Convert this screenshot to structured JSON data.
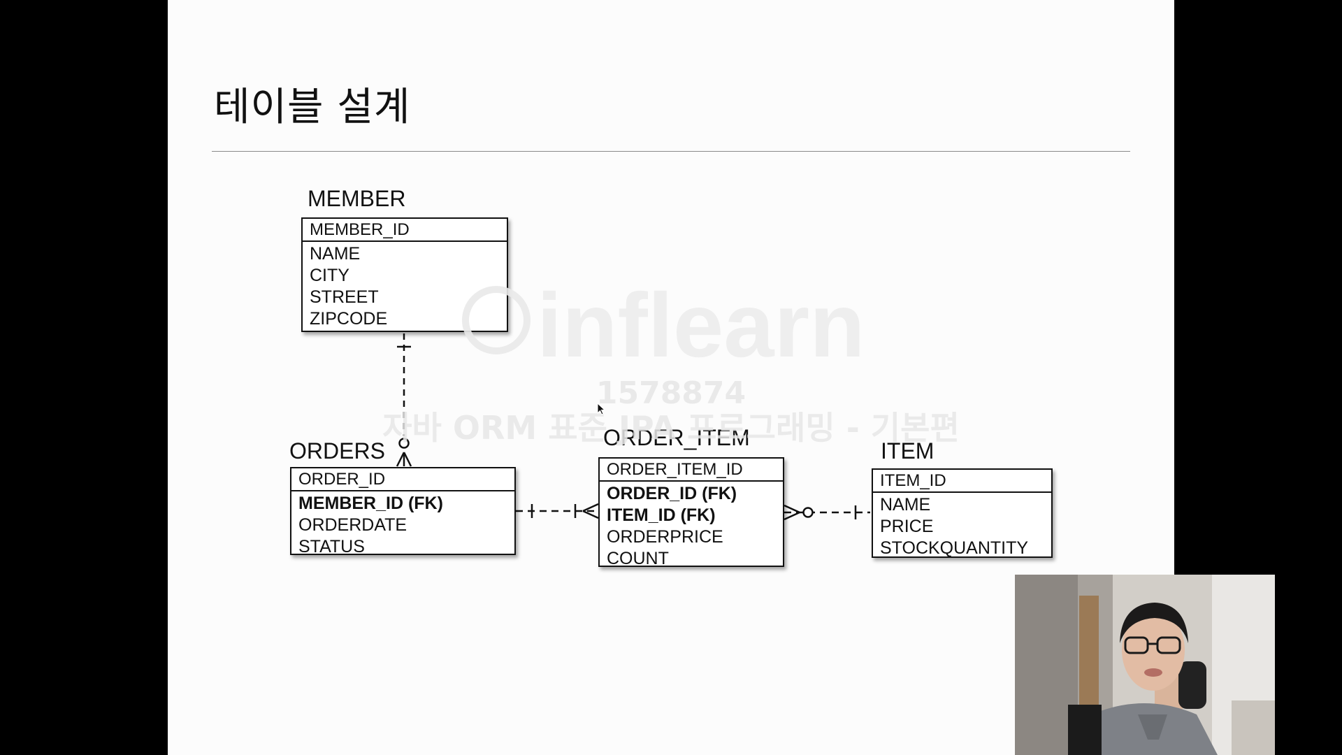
{
  "slide": {
    "title": "테이블 설계"
  },
  "entities": {
    "member": {
      "name": "MEMBER",
      "pk": "MEMBER_ID",
      "columns": [
        {
          "label": "NAME",
          "fk": false
        },
        {
          "label": "CITY",
          "fk": false
        },
        {
          "label": "STREET",
          "fk": false
        },
        {
          "label": "ZIPCODE",
          "fk": false
        }
      ]
    },
    "orders": {
      "name": "ORDERS",
      "pk": "ORDER_ID",
      "columns": [
        {
          "label": "MEMBER_ID (FK)",
          "fk": true
        },
        {
          "label": "ORDERDATE",
          "fk": false
        },
        {
          "label": "STATUS",
          "fk": false
        }
      ]
    },
    "order_item": {
      "name": "ORDER_ITEM",
      "pk": "ORDER_ITEM_ID",
      "columns": [
        {
          "label": "ORDER_ID (FK)",
          "fk": true
        },
        {
          "label": "ITEM_ID (FK)",
          "fk": true
        },
        {
          "label": "ORDERPRICE",
          "fk": false
        },
        {
          "label": "COUNT",
          "fk": false
        }
      ]
    },
    "item": {
      "name": "ITEM",
      "pk": "ITEM_ID",
      "columns": [
        {
          "label": "NAME",
          "fk": false
        },
        {
          "label": "PRICE",
          "fk": false
        },
        {
          "label": "STOCKQUANTITY",
          "fk": false
        }
      ]
    }
  },
  "relationships": [
    {
      "from": "MEMBER",
      "to": "ORDERS",
      "from_card": "one",
      "to_card": "zero-or-many"
    },
    {
      "from": "ORDERS",
      "to": "ORDER_ITEM",
      "from_card": "one",
      "to_card": "one-or-many"
    },
    {
      "from": "ORDER_ITEM",
      "to": "ITEM",
      "from_card": "zero-or-many",
      "to_card": "one"
    }
  ],
  "watermark": {
    "logo": "inflearn",
    "id": "1578874",
    "course": "자바 ORM 표준 JPA 프로그래밍 - 기본편"
  },
  "colors": {
    "slide_bg": "#fcfcfc",
    "frame_bg": "#000000",
    "line": "#111111"
  }
}
